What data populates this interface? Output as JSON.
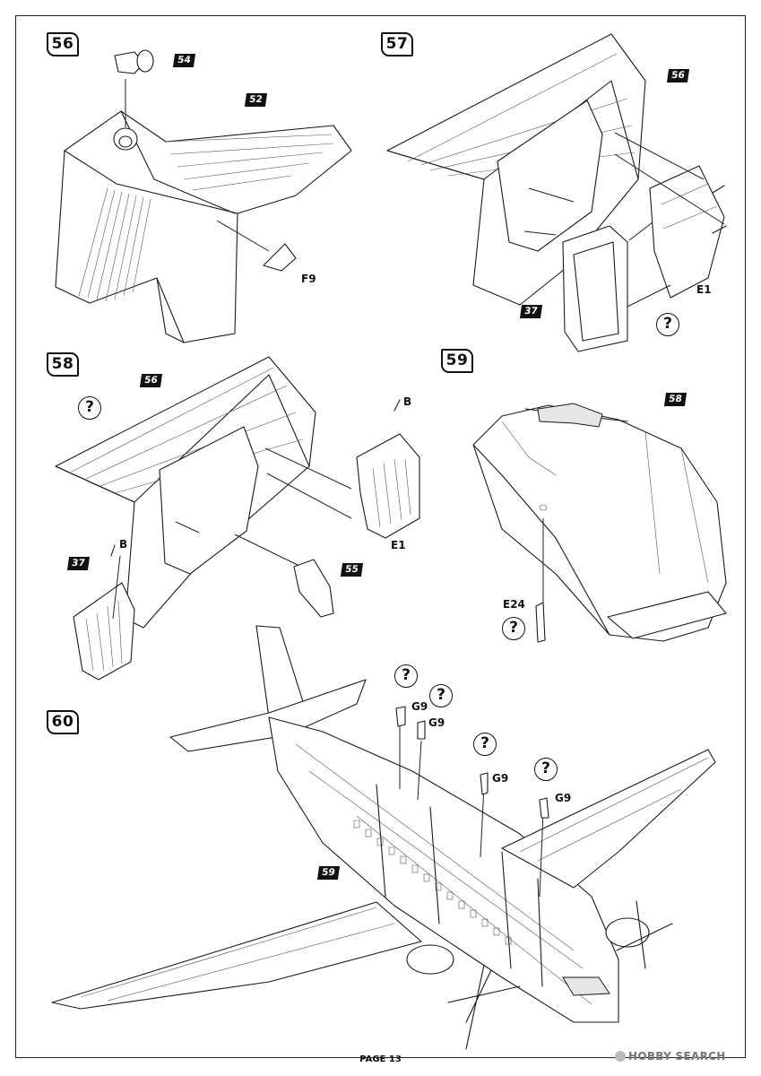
{
  "page": {
    "footer": "PAGE 13",
    "watermark": "HOBBY SEARCH"
  },
  "steps": [
    {
      "number": "56",
      "parts": {
        "p54": "54",
        "p52": "52",
        "f9": "F9"
      }
    },
    {
      "number": "57",
      "parts": {
        "p56": "56",
        "p37": "37",
        "e1": "E1",
        "unknown": "?"
      }
    },
    {
      "number": "58",
      "parts": {
        "p56": "56",
        "unknown": "?",
        "b1": "B",
        "b2": "B",
        "p37": "37",
        "e1": "E1",
        "p55": "55"
      }
    },
    {
      "number": "59",
      "parts": {
        "p58": "58",
        "e24": "E24",
        "unknown": "?"
      }
    },
    {
      "number": "60",
      "parts": {
        "p59": "59",
        "g9": [
          "G9",
          "G9",
          "G9",
          "G9"
        ],
        "unknown": "?"
      }
    }
  ]
}
